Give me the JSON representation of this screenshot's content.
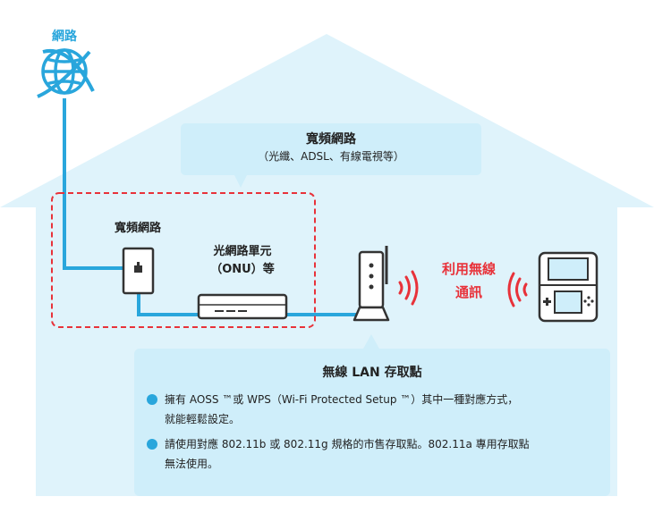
{
  "network_label": "網路",
  "broadband_callout": {
    "title": "寬頻網路",
    "subtitle": "（光纖、ADSL、有線電視等）"
  },
  "wall_jack_label": "寬頻網路",
  "onu_label": {
    "line1": "光網路單元",
    "line2": "（ONU）等"
  },
  "wireless_label": {
    "line1": "利用無線",
    "line2": "通訊"
  },
  "access_point_box": {
    "title": "無線 LAN 存取點",
    "bullets": [
      {
        "line1": "擁有 AOSS ™或 WPS（Wi-Fi Protected Setup ™）其中一種對應方式，",
        "line2": "就能輕鬆設定。"
      },
      {
        "line1": "請使用對應 802.11b 或 802.11g 規格的市售存取點。802.11a 專用存取點",
        "line2": "無法使用。"
      }
    ]
  },
  "colors": {
    "house": "#dff3fb",
    "accent_blue": "#29a6dc",
    "wireless_red": "#e8323a",
    "callout_bg": "#cfeefa"
  }
}
